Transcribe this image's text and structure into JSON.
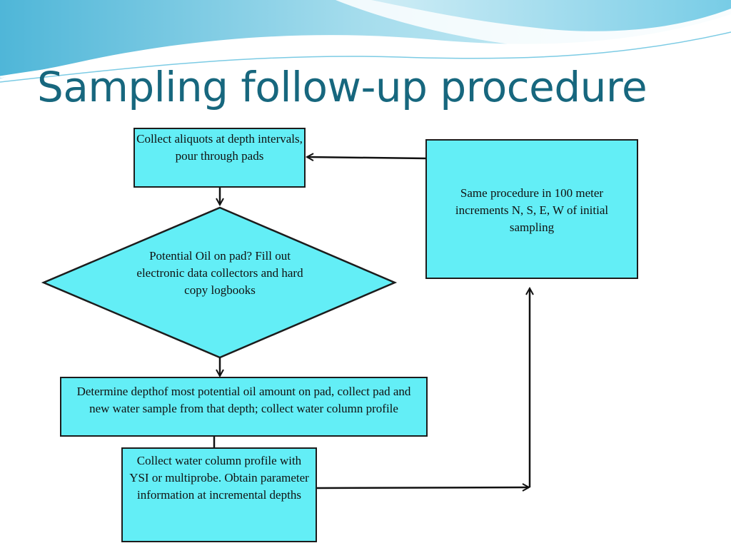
{
  "slide": {
    "title": "Sampling follow-up procedure"
  },
  "flowchart": {
    "collect_aliquots": "Collect aliquots at depth intervals, pour through pads",
    "potential_oil": "Potential Oil  on pad? Fill out electronic data collectors and hard copy logbooks",
    "determine_depth": "Determine depthof most potential oil amount  on pad, collect pad and new water sample from that depth; collect water column profile",
    "collect_profile": "Collect water column profile with YSI or multiprobe. Obtain parameter information at incremental depths",
    "same_procedure": "Same procedure in 100 meter increments N, S, E, W of initial sampling"
  },
  "colors": {
    "title": "#17677e",
    "box_fill": "#63eef6",
    "outline": "#1c1c1c"
  }
}
